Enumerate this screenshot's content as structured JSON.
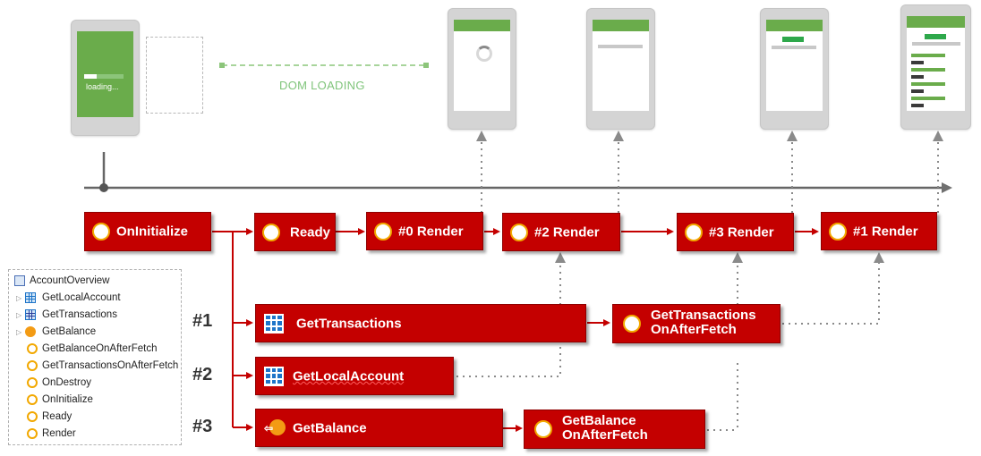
{
  "dom_loading_label": "DOM LOADING",
  "phone_loading_text": "loading...",
  "nodes": {
    "on_initialize": "OnInitialize",
    "ready": "Ready",
    "render0": "#0 Render",
    "render2": "#2 Render",
    "render3": "#3 Render",
    "render1": "#1 Render",
    "get_transactions": "GetTransactions",
    "get_transactions_oaf": [
      "GetTransactions",
      "OnAfterFetch"
    ],
    "get_local_account": "GetLocalAccount",
    "get_balance": "GetBalance",
    "get_balance_oaf": [
      "GetBalance",
      "OnAfterFetch"
    ]
  },
  "markers": [
    "#1",
    "#2",
    "#3"
  ],
  "tree": {
    "root": "AccountOverview",
    "items": [
      {
        "label": "GetLocalAccount",
        "icon": "aggregate-icon"
      },
      {
        "label": "GetTransactions",
        "icon": "aggregate-icon"
      },
      {
        "label": "GetBalance",
        "icon": "data-action-icon"
      },
      {
        "label": "GetBalanceOnAfterFetch",
        "icon": "client-action-icon"
      },
      {
        "label": "GetTransactionsOnAfterFetch",
        "icon": "client-action-icon"
      },
      {
        "label": "OnDestroy",
        "icon": "client-action-icon"
      },
      {
        "label": "OnInitialize",
        "icon": "client-action-icon"
      },
      {
        "label": "Ready",
        "icon": "client-action-icon"
      },
      {
        "label": "Render",
        "icon": "client-action-icon"
      }
    ]
  },
  "colors": {
    "node_red": "#c40000",
    "phone_green": "#6aac4b",
    "dom_loading_green": "#7fc47a",
    "arrow_red": "#c40000",
    "dotted_gray": "#8a8a8a",
    "timeline": "#666666"
  }
}
